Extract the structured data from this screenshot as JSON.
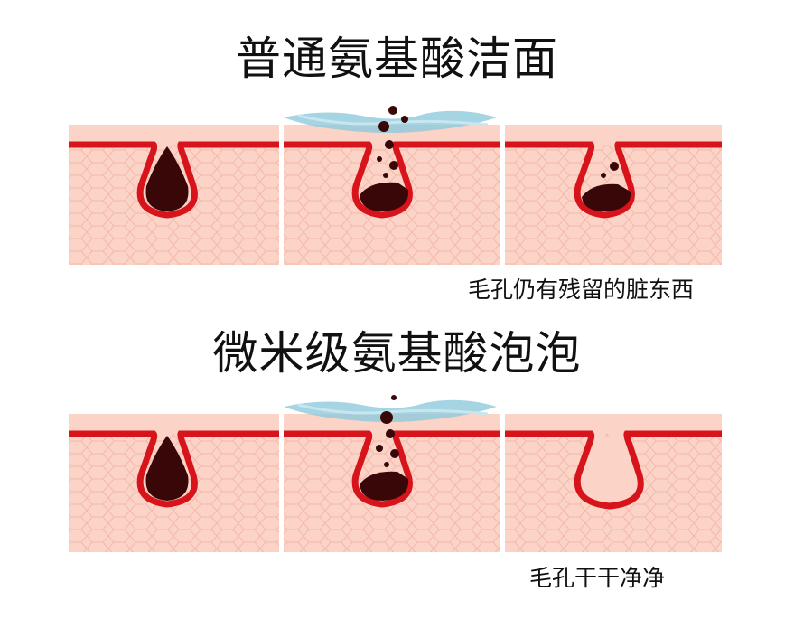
{
  "sections": [
    {
      "title": "普通氨基酸洁面",
      "caption": "毛孔仍有残留的脏东西",
      "panels": [
        {
          "stage": "clogged-pore",
          "dirt": "full"
        },
        {
          "stage": "washing",
          "dirt": "partial",
          "water": true
        },
        {
          "stage": "after",
          "dirt": "residual"
        }
      ]
    },
    {
      "title": "微米级氨基酸泡泡",
      "caption": "毛孔干干净净",
      "panels": [
        {
          "stage": "clogged-pore",
          "dirt": "full"
        },
        {
          "stage": "washing",
          "dirt": "partial",
          "water": true
        },
        {
          "stage": "after",
          "dirt": "none"
        }
      ]
    }
  ],
  "colors": {
    "skin": "#fbd3c7",
    "skin_pattern": "#f6bfb2",
    "pore_outline": "#d7141b",
    "dirt": "#3a0708",
    "water": "#8ec9dc"
  }
}
